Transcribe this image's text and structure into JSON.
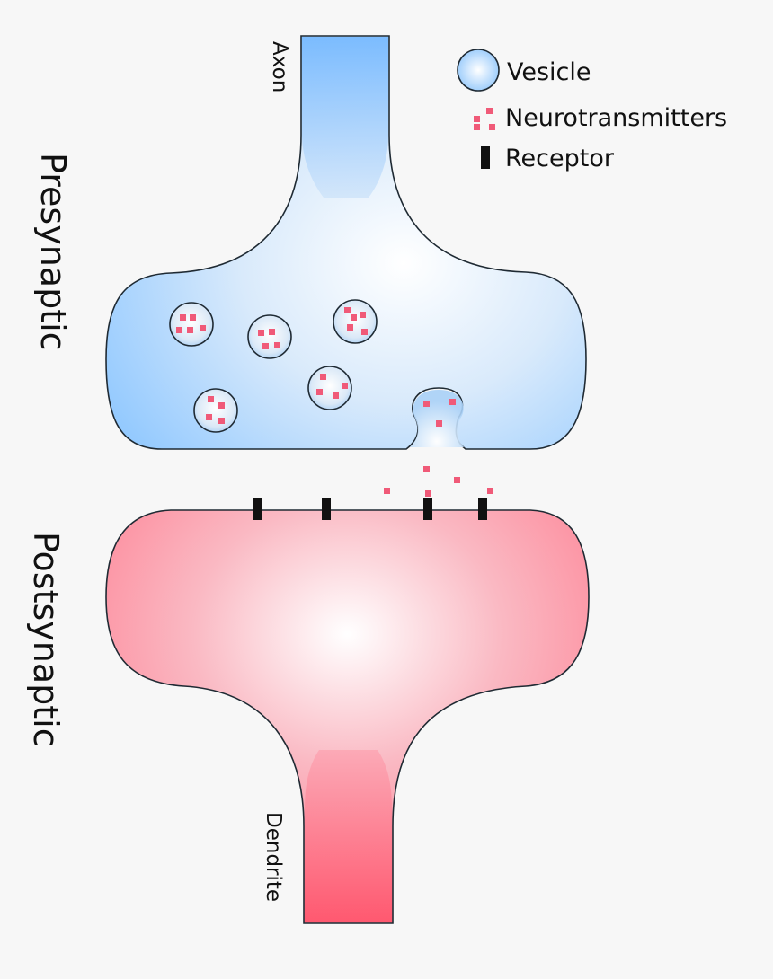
{
  "labels": {
    "presynaptic": "Presynaptic",
    "postsynaptic": "Postsynaptic",
    "axon": "Axon",
    "dendrite": "Dendrite"
  },
  "legend": {
    "vesicle": "Vesicle",
    "neurotransmitters": "Neurotransmitters",
    "receptor": "Receptor"
  },
  "colors": {
    "background": "#f7f7f7",
    "presynaptic_light": "#ffffff",
    "presynaptic_mid": "#cfe4fa",
    "presynaptic_dark": "#6fb6ff",
    "postsynaptic_light": "#ffffff",
    "postsynaptic_mid": "#fca4b2",
    "postsynaptic_dark": "#ff5a72",
    "neurotransmitter": "#f05a78",
    "receptor": "#111111",
    "outline": "#1f2a33"
  },
  "icons": {
    "vesicle": "vesicle-icon",
    "neurotransmitters": "neurotransmitters-icon",
    "receptor": "receptor-icon"
  }
}
